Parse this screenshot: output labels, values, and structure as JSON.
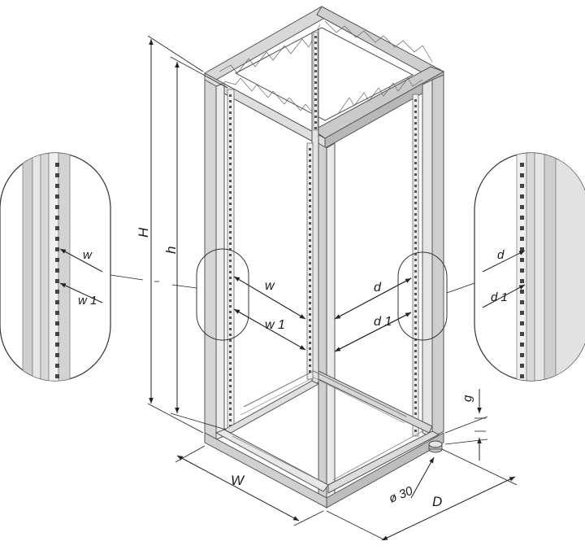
{
  "labels": {
    "height_outer": "H",
    "height_inner": "h",
    "width": "W",
    "depth": "D",
    "gap": "g",
    "foot_diameter": "ø 30",
    "rail_width": "w",
    "rail_width_1": "w 1",
    "rail_depth": "d",
    "rail_depth_1": "d 1"
  },
  "colors": {
    "frame_fill": "#d3d3d3",
    "frame_light": "#eeeeee",
    "frame_dark": "#a9a9a9",
    "line": "#222222",
    "background": "#ffffff"
  }
}
